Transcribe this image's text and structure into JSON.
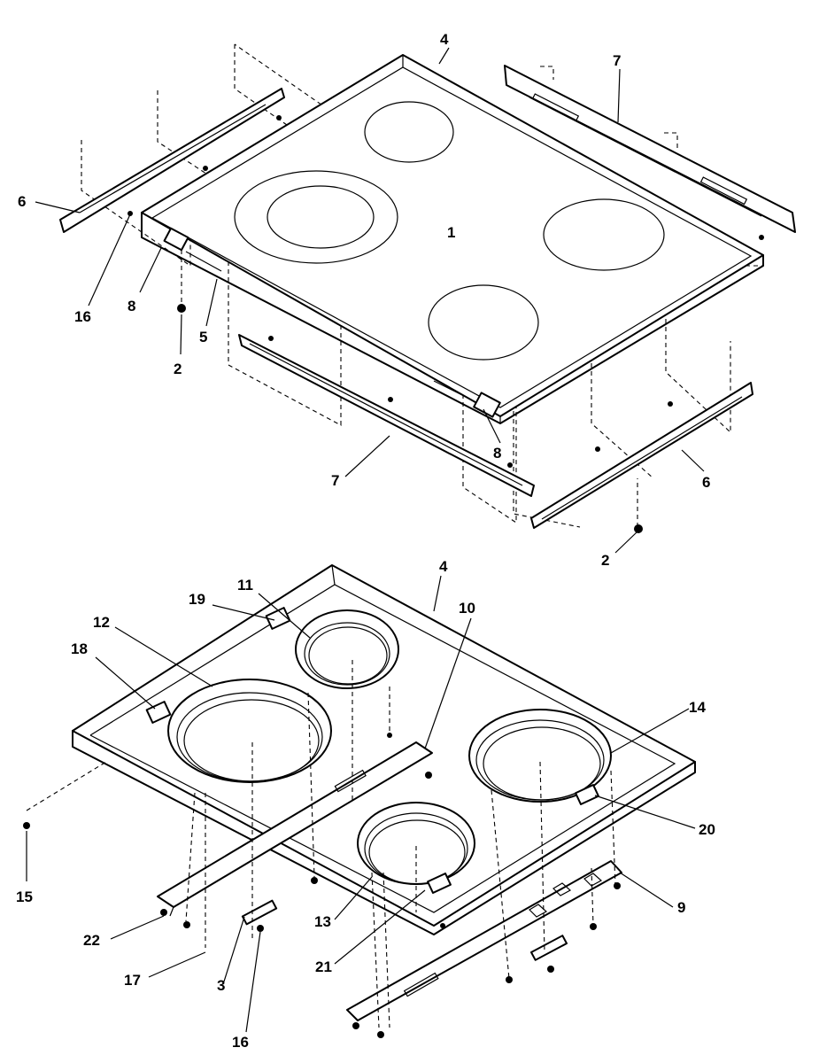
{
  "labels": {
    "top": [
      "4",
      "7",
      "6",
      "16",
      "8",
      "5",
      "2",
      "1",
      "7",
      "8",
      "6",
      "2"
    ],
    "bottom": [
      "4",
      "11",
      "10",
      "19",
      "12",
      "18",
      "14",
      "20",
      "15",
      "9",
      "22",
      "17",
      "3",
      "16",
      "13",
      "21"
    ]
  }
}
